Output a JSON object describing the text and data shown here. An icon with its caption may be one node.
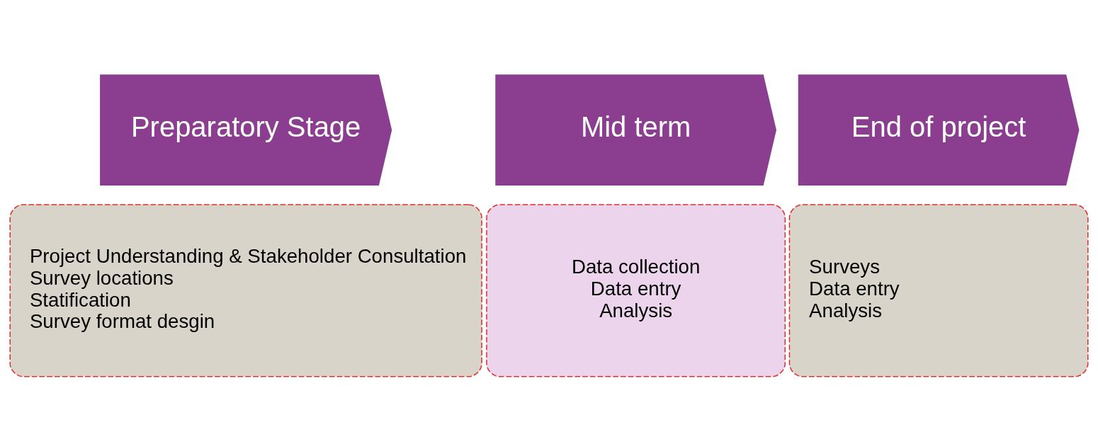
{
  "diagram": {
    "nodes": [
      {
        "text": [
          "Preparatory Stage"
        ]
      },
      {
        "text": [
          "Mid term"
        ]
      },
      {
        "text": [
          "End of project"
        ]
      },
      {
        "text": [
          "Project Understanding & Stakeholder Consultation",
          "Survey locations",
          "Statification",
          "Survey format desgin"
        ]
      },
      {
        "text": [
          "Data collection",
          "Data entry",
          "Analysis"
        ]
      },
      {
        "text": [
          "Surveys",
          "Data entry",
          "Analysis"
        ]
      }
    ],
    "edges": []
  }
}
